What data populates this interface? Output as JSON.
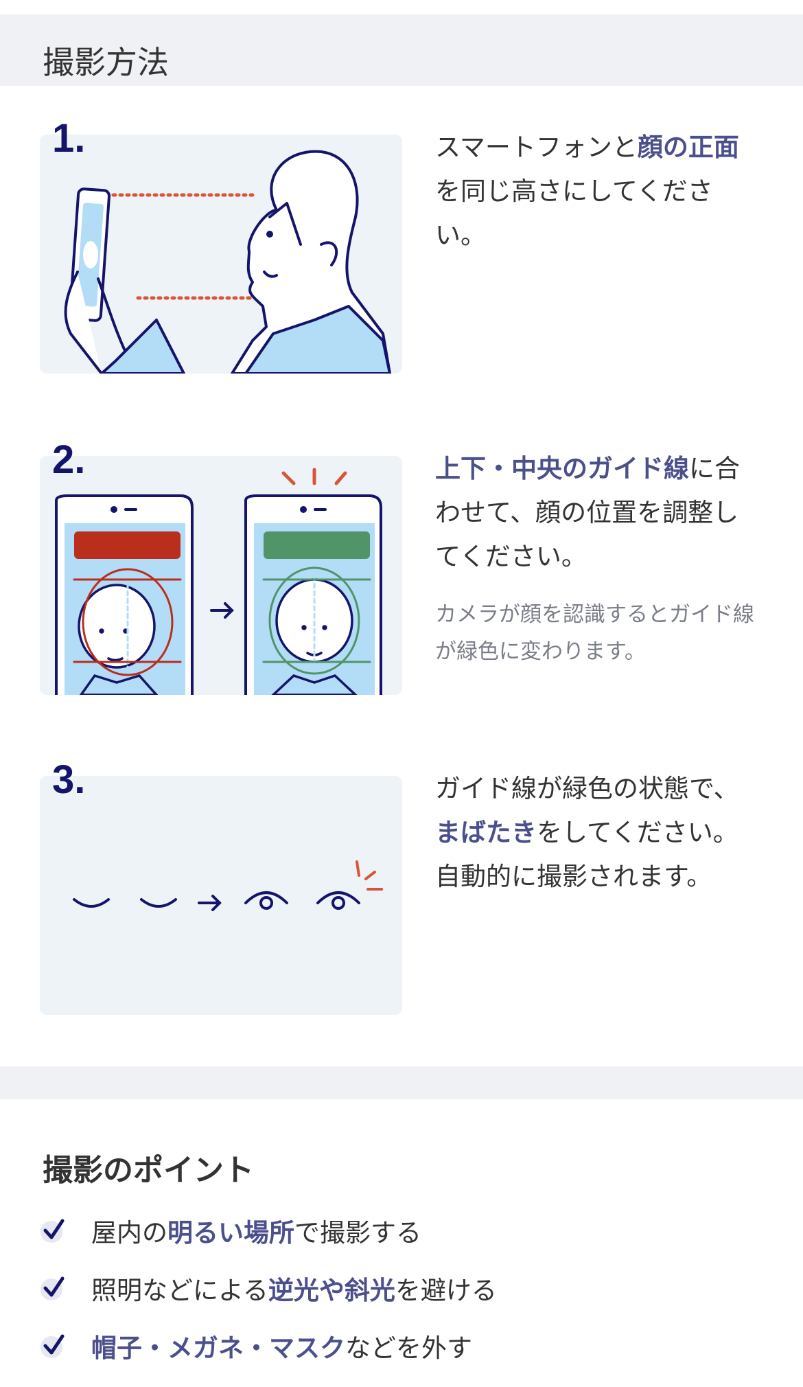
{
  "section_title": "撮影方法",
  "steps": [
    {
      "number": "1.",
      "text": [
        {
          "t": "スマートフォンと",
          "bold": false
        },
        {
          "t": "顔の正面",
          "bold": true
        },
        {
          "t": "を同じ高さにしてください。",
          "bold": false
        }
      ]
    },
    {
      "number": "2.",
      "text": [
        {
          "t": "上下・中央のガイド線",
          "bold": true
        },
        {
          "t": "に合わせて、顔の位置を調整してください。",
          "bold": false
        }
      ],
      "note": "カメラが顔を認識するとガイド線が緑色に変わります。"
    },
    {
      "number": "3.",
      "text": [
        {
          "t": "ガイド線が緑色の状態で、",
          "bold": false
        },
        {
          "t": "まばたき",
          "bold": true
        },
        {
          "t": "をしてください。自動的に撮影されます。",
          "bold": false
        }
      ]
    }
  ],
  "points_title": "撮影のポイント",
  "points": [
    [
      {
        "t": "屋内の",
        "bold": false
      },
      {
        "t": "明るい場所",
        "bold": true
      },
      {
        "t": "で撮影する",
        "bold": false
      }
    ],
    [
      {
        "t": "照明などによる",
        "bold": false
      },
      {
        "t": "逆光や斜光",
        "bold": true
      },
      {
        "t": "を避ける",
        "bold": false
      }
    ],
    [
      {
        "t": "帽子・メガネ・マスク",
        "bold": true
      },
      {
        "t": "などを外す",
        "bold": false
      }
    ]
  ],
  "colors": {
    "accent": "#4b4f8c",
    "navy": "#14146b",
    "guide_red": "#b92e1d",
    "guide_green": "#519468",
    "dots": "#d9553a"
  }
}
